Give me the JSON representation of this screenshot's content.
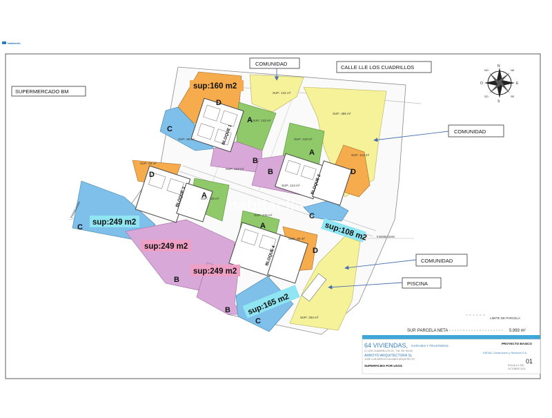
{
  "logo": {
    "text": "habitaclia"
  },
  "labels": {
    "supermercado": "SUPERMERCADO BM",
    "comunidad_top": "COMUNIDAD",
    "calle": "CALLE LLE LOS CUADRILLOS",
    "comunidad_right": "COMUNIDAD",
    "comunidad_lower": "COMUNIDAD",
    "piscina": "PISCINA",
    "instalaciones_left": "Instalaciones",
    "instalaciones_right": "Instalaciones",
    "limite": "LIMITE DE PARCELA",
    "parcela_label": "SUP. PARCELA NETA",
    "parcela_value": "5.993 m²"
  },
  "areas": {
    "a1": "SUP.: 131 m²",
    "a2": "SUP.: 386 m²",
    "a3": "SUP.: 133 m²",
    "a4": "SUP.: 133 m²",
    "a5": "SUP.: 99 m²",
    "a6": "SUP.: 114 m²",
    "a7": "SUP.: 124 m²",
    "a8": "SUP.: 124 m²",
    "a9": "SUP.: 84 m²",
    "a10": "SUP.: 126 m²",
    "a11": "SUP.: 126 m²",
    "a12": "SUP.: 90 m²",
    "a13": "SUP.: 334 m²"
  },
  "plot_letters": {
    "d1": "D",
    "c1": "C",
    "a1": "A",
    "b1": "B",
    "a2": "A",
    "b2": "B",
    "d2": "D",
    "c2": "C",
    "d3": "D",
    "c3": "C",
    "a3": "A",
    "b3": "B",
    "a4": "A",
    "b4": "B",
    "d4": "D",
    "c4": "C"
  },
  "bloques": {
    "b1": "BLOQUE 1",
    "b2": "BLOQUE 2",
    "b3": "BLOQUE 3",
    "b4": "BLOQUE 4"
  },
  "highlights": {
    "h160": "sup:160 m2",
    "h249a": "sup:249 m2",
    "h249b": "sup:249 m2",
    "h249c": "sup:249 m2",
    "h108": "sup:108 m2",
    "h165": "sup:165 m2"
  },
  "compass": {
    "n": "N",
    "s": "S",
    "e": "E",
    "o": "O",
    "ne": "NE",
    "no": "NO",
    "se": "SE",
    "so": "SO"
  },
  "title_block": {
    "project": "64 VIVIENDAS,",
    "project_sub": "GARAJES Y TRASTEROS",
    "address": "C/ LOS CUADRILLOS 21, T.M. DE NOJA",
    "architect": "ARROYO ARQUITECTURA SL",
    "architect_sub": "JOSE LUIS ARROYO ALONSO ARQUITECTO",
    "phase": "PROYECTO BASICO",
    "promoter": "DIEXAL Construcción y Servicios S.A.",
    "sheet_title": "SUPERFICIES POR USOS",
    "sheet_no": "01",
    "scale": "ESCALA 1:300",
    "date": "OCTUBRE 2021"
  },
  "colors": {
    "D": "#f6ab4c",
    "C": "#7fc0ea",
    "A": "#8fc96a",
    "B": "#d8a9d8",
    "comunidad": "#f6f29a",
    "highlight_orange": "#f6ab4c",
    "highlight_pink": "#ee9fc4",
    "highlight_blue": "#8fe6f2",
    "title_bar": "#3fa6d8",
    "arrow": "#4a6fb0"
  }
}
